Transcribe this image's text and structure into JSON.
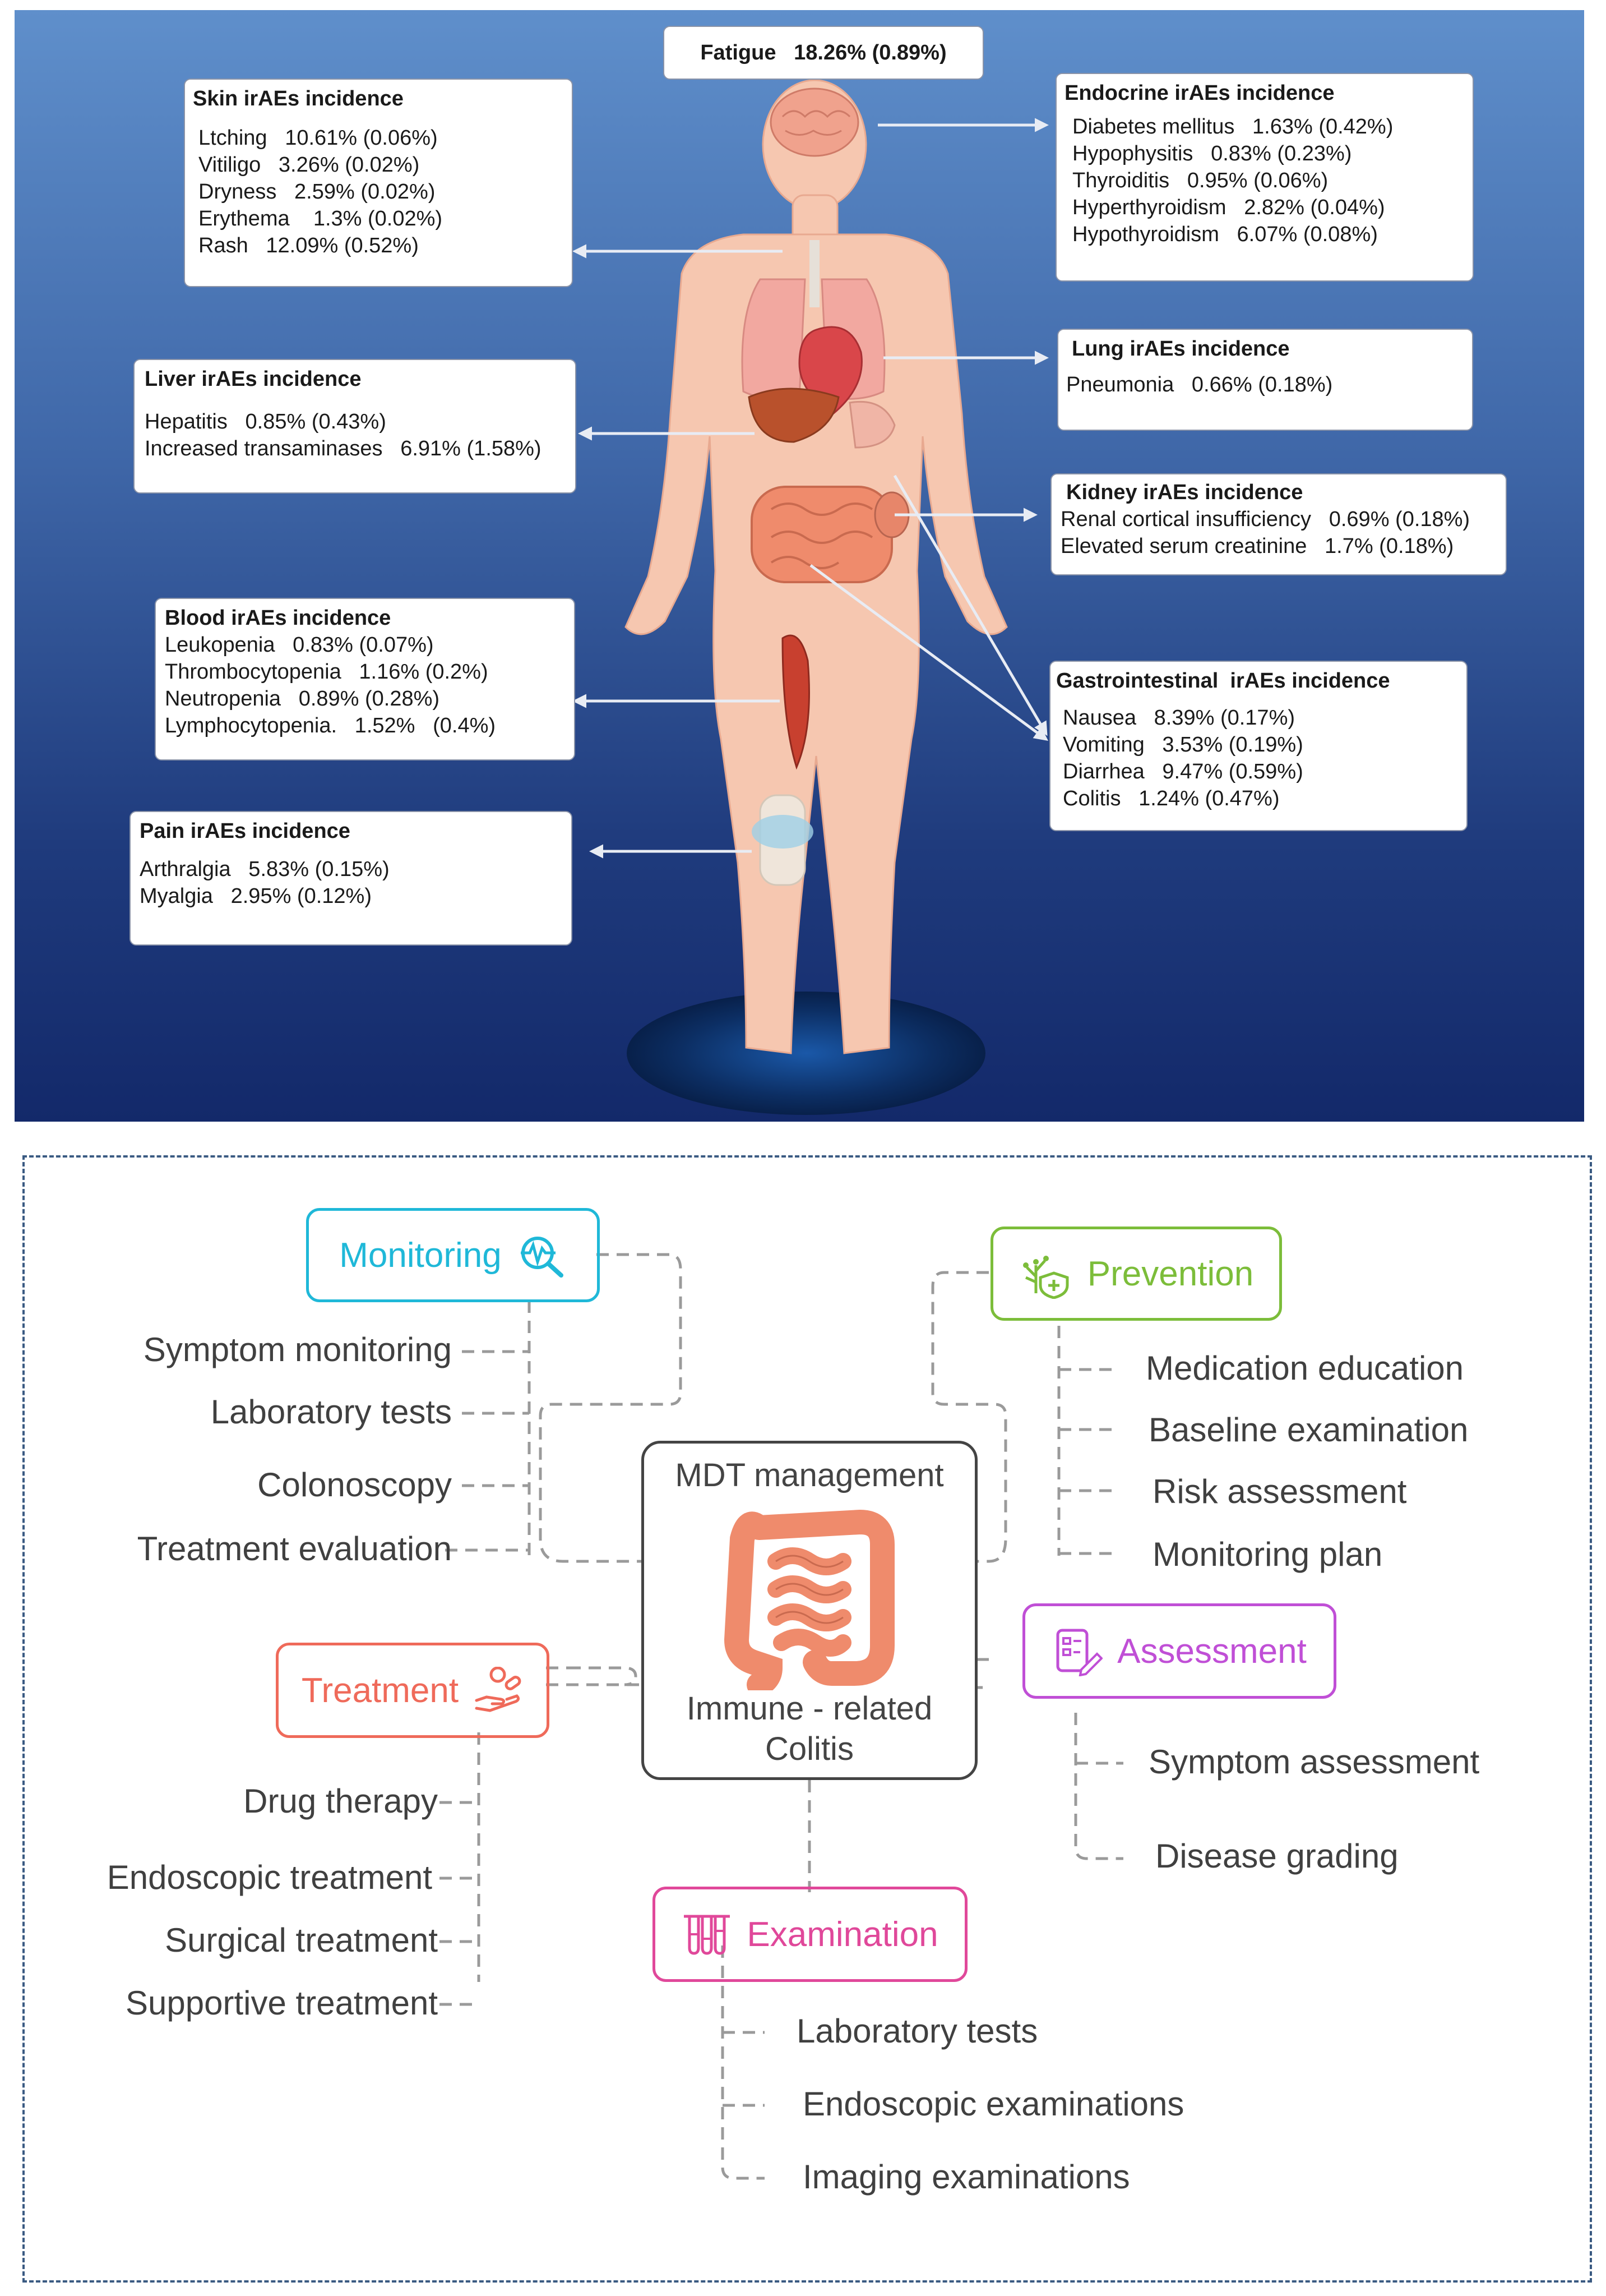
{
  "top_panel": {
    "fatigue": "Fatigue   18.26% (0.89%)",
    "boxes": {
      "skin": {
        "title": "Skin irAEs incidence",
        "lines": [
          "Ltching   10.61% (0.06%)",
          "Vitiligo   3.26% (0.02%)",
          "Dryness   2.59% (0.02%)",
          "Erythema    1.3% (0.02%)",
          "Rash   12.09% (0.52%)"
        ]
      },
      "liver": {
        "title": "Liver irAEs incidence",
        "lines": [
          "Hepatitis   0.85% (0.43%)",
          "Increased transaminases   6.91% (1.58%)"
        ]
      },
      "blood": {
        "title": "Blood irAEs incidence",
        "lines": [
          "Leukopenia   0.83% (0.07%)",
          "Thrombocytopenia   1.16% (0.2%)",
          "Neutropenia   0.89% (0.28%)",
          "Lymphocytopenia.   1.52%   (0.4%)"
        ]
      },
      "pain": {
        "title": "Pain irAEs incidence",
        "lines": [
          "Arthralgia   5.83% (0.15%)",
          "Myalgia   2.95% (0.12%)"
        ]
      },
      "endocrine": {
        "title": "Endocrine irAEs incidence",
        "lines": [
          "Diabetes mellitus   1.63% (0.42%)",
          "Hypophysitis   0.83% (0.23%)",
          "Thyroiditis   0.95% (0.06%)",
          "Hyperthyroidism   2.82% (0.04%)",
          "Hypothyroidism   6.07% (0.08%)"
        ]
      },
      "lung": {
        "title": "Lung irAEs incidence",
        "lines": [
          "Pneumonia   0.66% (0.18%)"
        ]
      },
      "kidney": {
        "title": "Kidney irAEs incidence",
        "lines": [
          "Renal cortical insufficiency   0.69% (0.18%)",
          "Elevated serum creatinine   1.7% (0.18%)"
        ]
      },
      "gi": {
        "title": "Gastrointestinal  irAEs incidence",
        "lines": [
          "Nausea   8.39% (0.17%)",
          "Vomiting   3.53% (0.19%)",
          "Diarrhea   9.47% (0.59%)",
          "Colitis   1.24% (0.47%)"
        ]
      }
    }
  },
  "bottom_panel": {
    "center": {
      "title": "MDT management",
      "subtitle_1": "Immune - related",
      "subtitle_2": "Colitis"
    },
    "monitoring": {
      "label": "Monitoring",
      "color": "#1fb8d8",
      "items": [
        "Symptom monitoring",
        "Laboratory tests",
        "Colonoscopy",
        "Treatment evaluation"
      ]
    },
    "prevention": {
      "label": "Prevention",
      "color": "#7cbd3a",
      "items": [
        "Medication education",
        "Baseline examination",
        "Risk assessment",
        "Monitoring plan"
      ]
    },
    "treatment": {
      "label": "Treatment",
      "color": "#ef6a5a",
      "items": [
        "Drug therapy",
        "Endoscopic treatment",
        "Surgical treatment",
        "Supportive treatment"
      ]
    },
    "assessment": {
      "label": "Assessment",
      "color": "#c04fd6",
      "items": [
        "Symptom assessment",
        "Disease grading"
      ]
    },
    "examination": {
      "label": "Examination",
      "color": "#e0489a",
      "items": [
        "Laboratory tests",
        "Endoscopic examinations",
        "Imaging examinations"
      ]
    }
  }
}
